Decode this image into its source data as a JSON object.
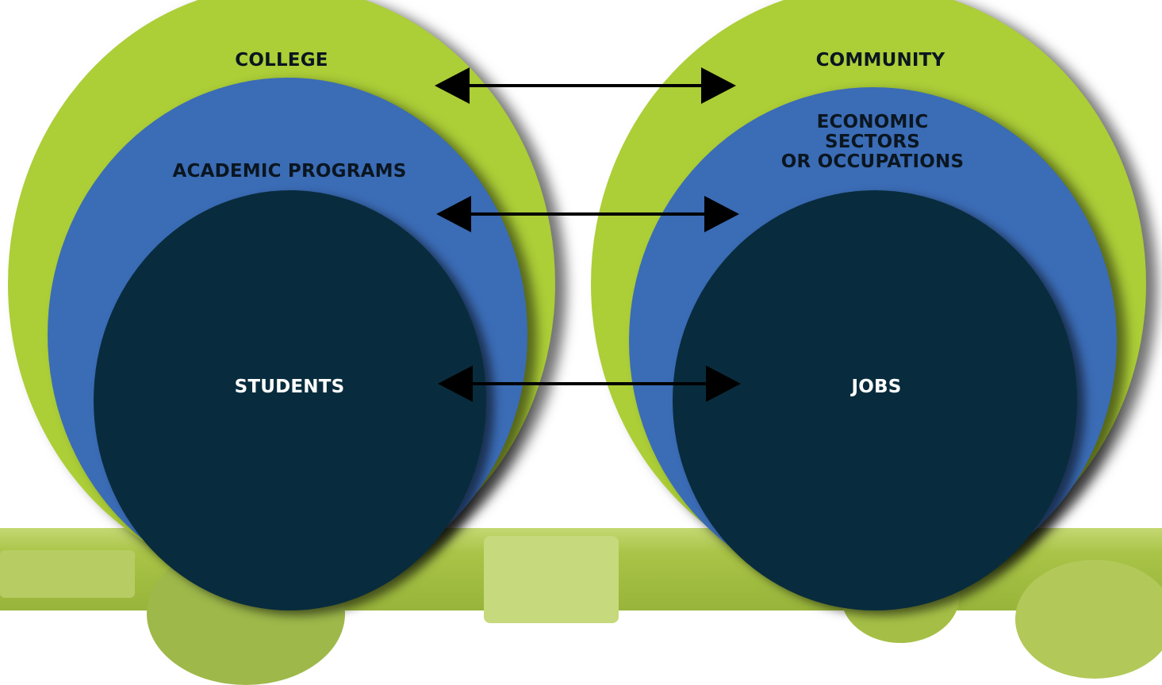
{
  "diagram": {
    "left": {
      "outer_label": "COLLEGE",
      "middle_label": "ACADEMIC PROGRAMS",
      "inner_label": "STUDENTS"
    },
    "right": {
      "outer_label": "COMMUNITY",
      "middle_label_lines": [
        "ECONOMIC",
        "SECTORS",
        "OR OCCUPATIONS"
      ],
      "inner_label": "JOBS"
    },
    "connections": [
      {
        "from": "COLLEGE",
        "to": "COMMUNITY",
        "type": "bidirectional"
      },
      {
        "from": "ACADEMIC PROGRAMS",
        "to": "ECONOMIC SECTORS OR OCCUPATIONS",
        "type": "bidirectional"
      },
      {
        "from": "STUDENTS",
        "to": "JOBS",
        "type": "bidirectional"
      }
    ]
  },
  "colors": {
    "outer_circle": "#acce37",
    "middle_circle": "#3b6cb6",
    "inner_circle": "#082c3d",
    "arrow": "#000000",
    "background_strip": "#a9c447"
  }
}
